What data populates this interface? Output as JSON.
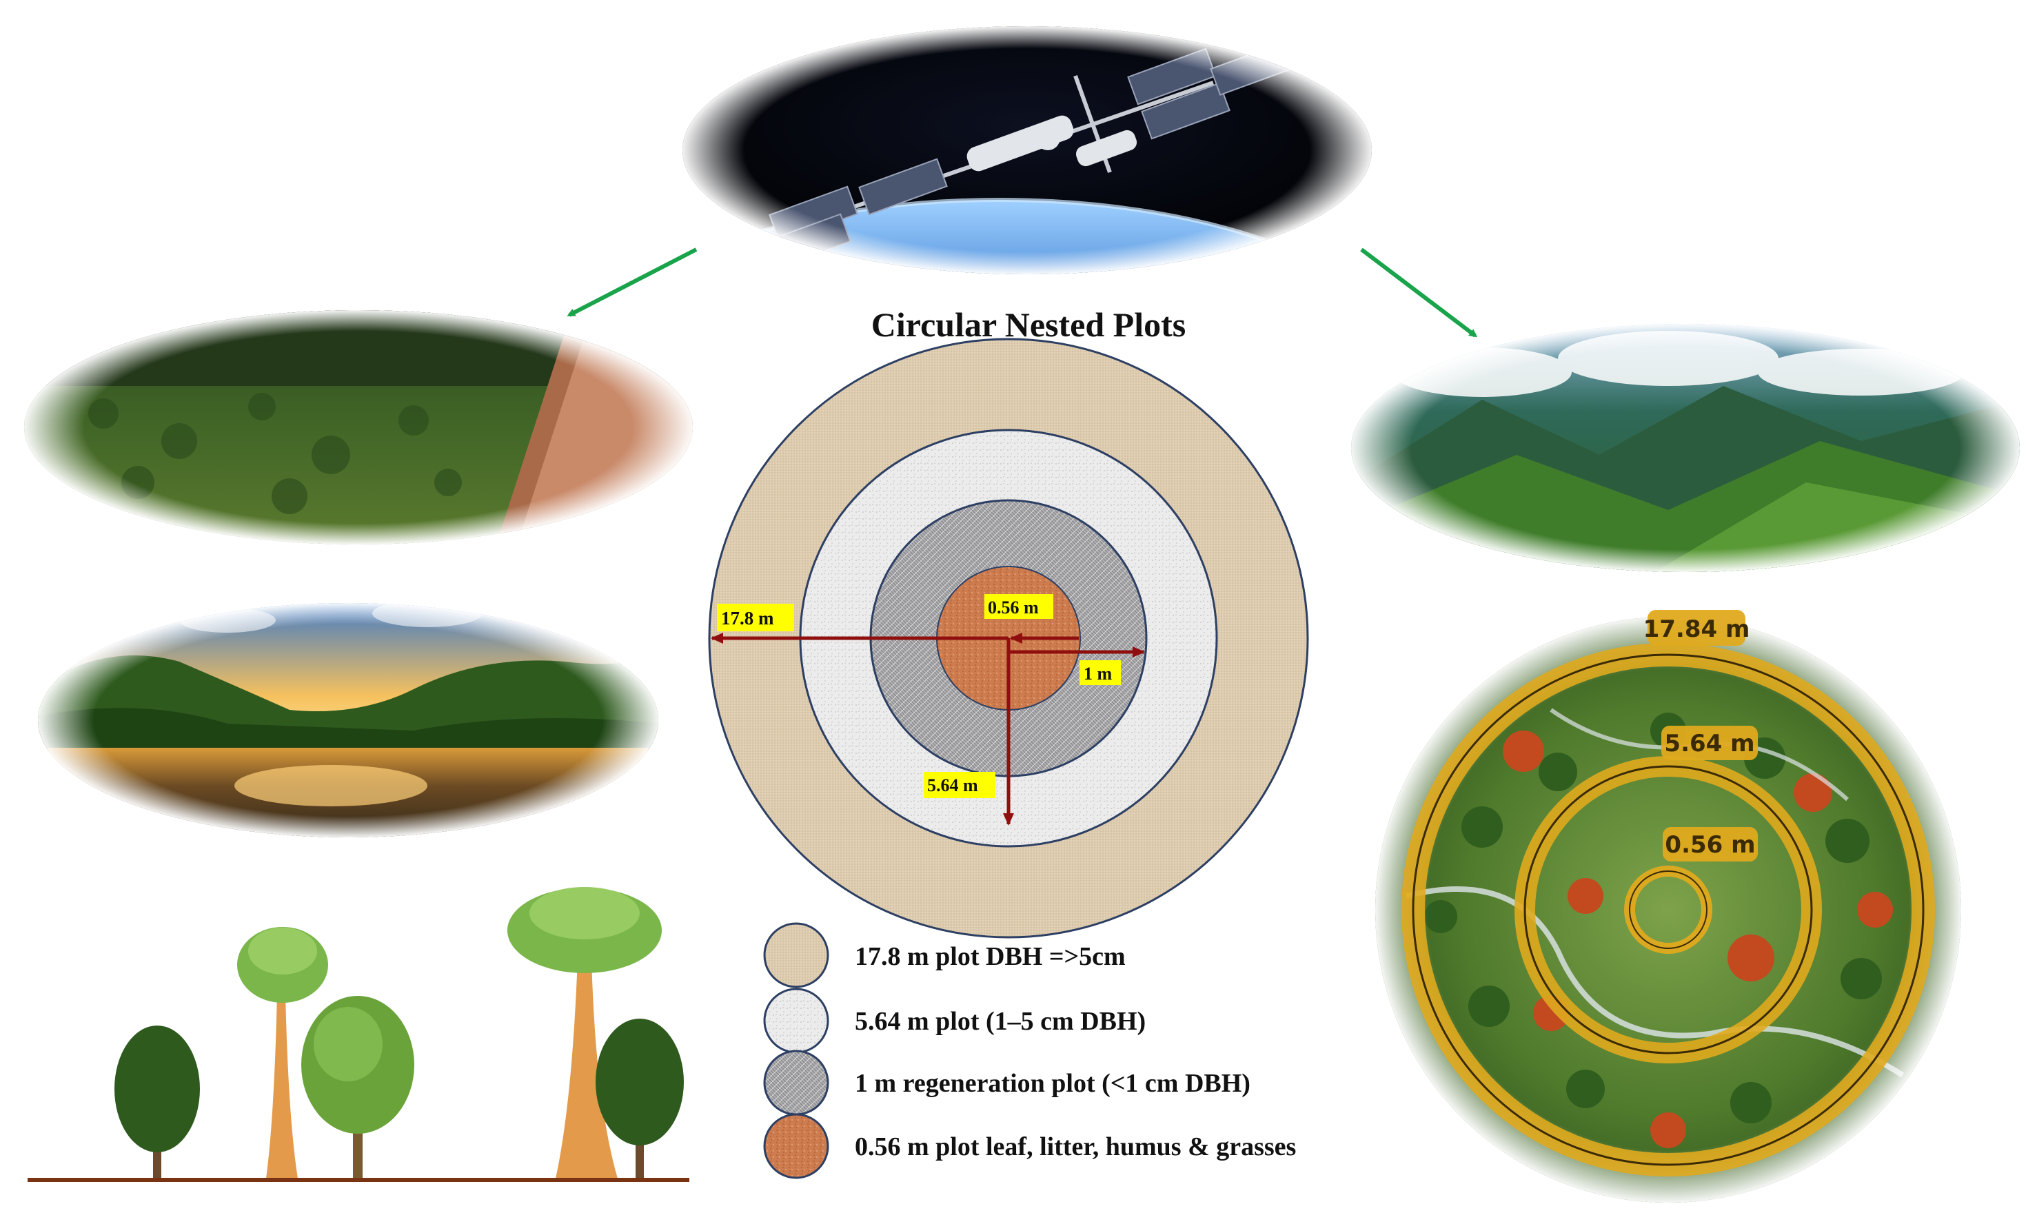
{
  "title": "Circular Nested Plots",
  "colors": {
    "outer_fill": "#ddcbaf",
    "mid_fill": "#ebebeb",
    "inner_fill": "#a9a9ab",
    "core_fill": "#cd7c4f",
    "ring_stroke": "#2d3f63",
    "measure_arrow": "#8f0f0f",
    "flow_arrow": "#19a34a",
    "label_bg": "#ffff00",
    "ground": "#7a3312",
    "ring_gold": "#e0aa1e"
  },
  "plot_labels": {
    "outer_radius": "17.8 m",
    "core_radius": "0.56 m",
    "inner_radius": "1 m",
    "mid_radius": "5.64 m"
  },
  "legend": [
    {
      "key": "outer",
      "text": "17.8 m plot DBH =>5cm"
    },
    {
      "key": "mid",
      "text": "5.64 m plot (1–5 cm DBH)"
    },
    {
      "key": "inner",
      "text": "1 m regeneration plot (<1 cm DBH)"
    },
    {
      "key": "core",
      "text": "0.56 m plot leaf, litter, humus & grasses"
    }
  ],
  "aerial_plot_labels": {
    "outer": "17.84 m",
    "middle": "5.64 m",
    "center": "0.56 m"
  },
  "images": {
    "satellite": "space-station-orbit",
    "forest_edge": "deforested-edge",
    "river": "tropical-river-sunset",
    "mountains": "forested-mountains",
    "aerial_plot": "aerial-forest-nested-plot",
    "trees": "forest-vertical-profile"
  }
}
